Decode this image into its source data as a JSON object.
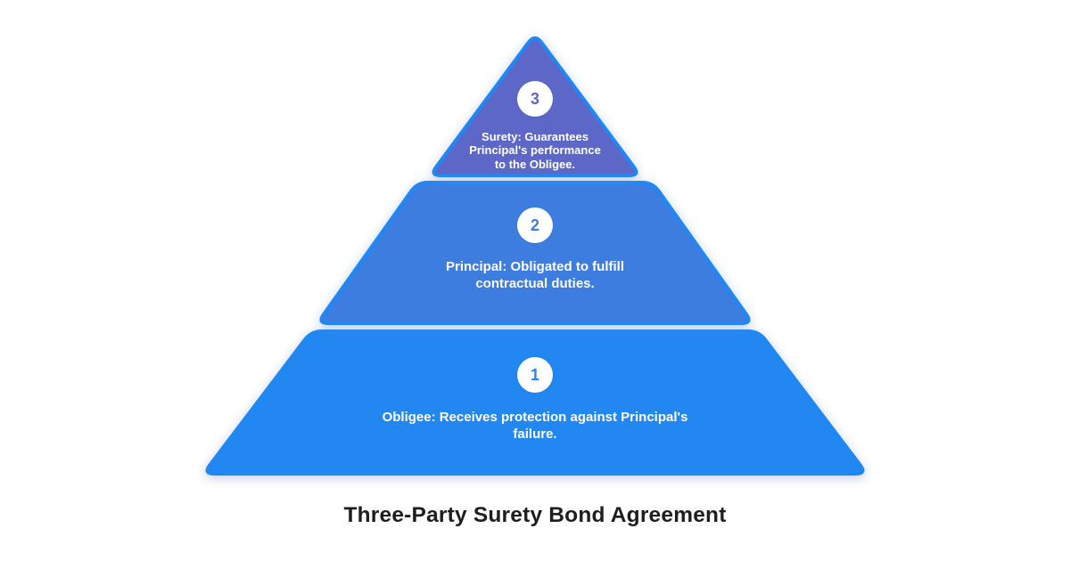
{
  "diagram": {
    "title": "Three-Party Surety Bond Agreement",
    "title_color": "#1e1e1e",
    "background_color": "#ffffff",
    "border_color": "#1e88f5",
    "label_text_color": "#ffffff",
    "badge_background": "#ffffff",
    "tiers": [
      {
        "level": "1",
        "label": "Obligee: Receives protection against Principal's failure.",
        "lines": [
          "Obligee: Receives protection against Principal's",
          "failure."
        ],
        "fill": "#2287f0"
      },
      {
        "level": "2",
        "label": "Principal: Obligated to fulfill contractual duties.",
        "lines": [
          "Principal: Obligated to fulfill",
          "contractual duties."
        ],
        "fill": "#3e7de0"
      },
      {
        "level": "3",
        "label": "Surety: Guarantees Principal's performance to the Obligee.",
        "lines": [
          "Surety: Guarantees",
          "Principal's performance",
          "to the Obligee."
        ],
        "fill": "#5c67c8"
      }
    ]
  }
}
